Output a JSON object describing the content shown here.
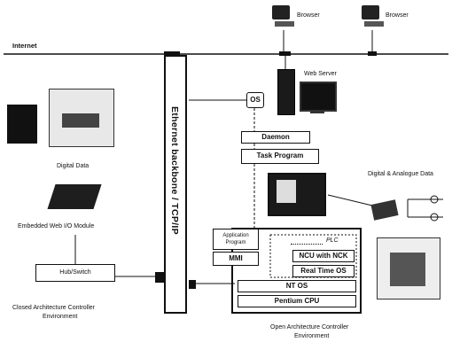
{
  "labels": {
    "internet": "Internet",
    "browser1": "Browser",
    "browser2": "Browser",
    "web_server": "Web Server",
    "os": "OS",
    "daemon": "Daemon",
    "task_program": "Task Program",
    "ethernet": "Ethernet backbone / TCP/IP",
    "digital_data": "Digital Data",
    "embedded_module": "Embedded Web I/O Module",
    "hub_switch": "Hub/Switch",
    "closed_env_line1": "Closed Architecture Controller",
    "closed_env_line2": "Environment",
    "digital_analogue_data": "Digital & Analogue Data",
    "application_program_line1": "Application",
    "application_program_line2": "Program",
    "mml": "MMI",
    "plc": "PLC",
    "ncu": "NCU with NCK",
    "rtos": "Real Time OS",
    "nt_os": "NT OS",
    "cpu": "Pentium CPU",
    "open_env_line1": "Open Architecture Controller",
    "open_env_line2": "Environment"
  }
}
